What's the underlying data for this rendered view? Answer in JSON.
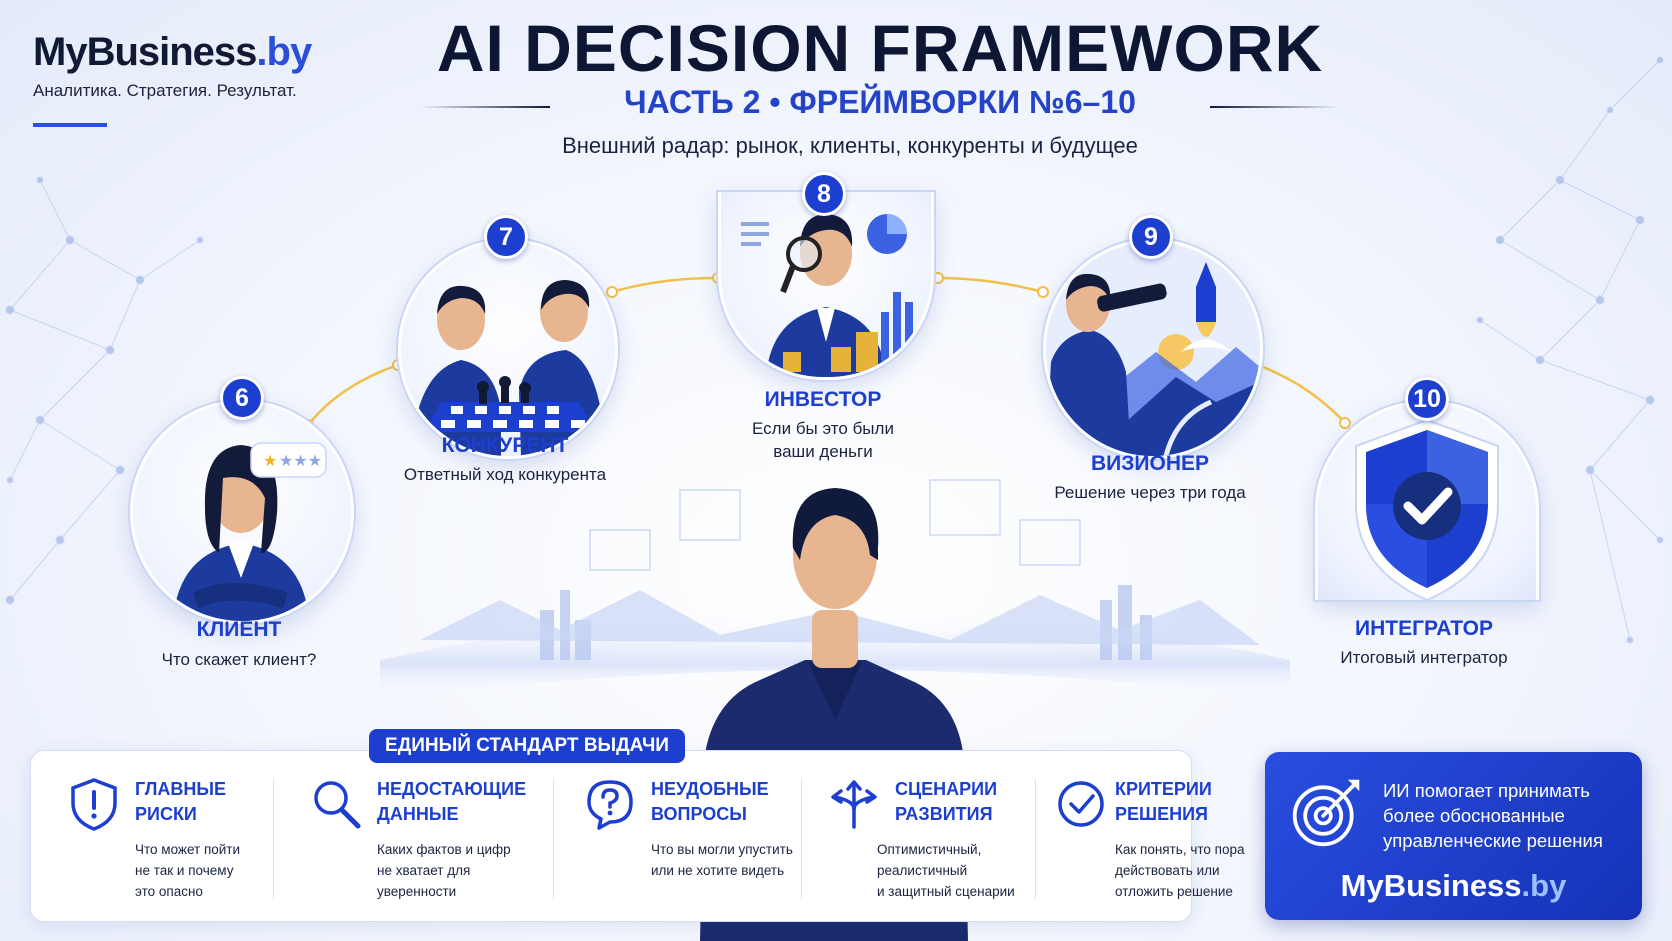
{
  "brand": {
    "name_main": "MyBusiness",
    "name_suffix": ".by",
    "tagline": "Аналитика. Стратегия. Результат."
  },
  "header": {
    "title": "AI DECISION FRAMEWORK",
    "subtitle": "ЧАСТЬ 2 • ФРЕЙМВОРКИ №6–10",
    "tagline": "Внешний радар: рынок, клиенты, конкуренты и будущее"
  },
  "frameworks": [
    {
      "number": "6",
      "title": "КЛИЕНТ",
      "desc1": "Что скажет клиент?",
      "desc2": ""
    },
    {
      "number": "7",
      "title": "КОНКУРЕНТ",
      "desc1": "Ответный ход конкурента",
      "desc2": ""
    },
    {
      "number": "8",
      "title": "ИНВЕСТОР",
      "desc1": "Если бы это были",
      "desc2": "ваши деньги"
    },
    {
      "number": "9",
      "title": "ВИЗИОНЕР",
      "desc1": "Решение через три года",
      "desc2": ""
    },
    {
      "number": "10",
      "title": "ИНТЕГРАТОР",
      "desc1": "Итоговый интегратор",
      "desc2": ""
    }
  ],
  "standard": {
    "label": "ЕДИНЫЙ СТАНДАРТ ВЫДАЧИ",
    "items": [
      {
        "icon": "shield-exclamation-icon",
        "t1": "ГЛАВНЫЕ",
        "t2": "РИСКИ",
        "d1": "Что может пойти",
        "d2": "не так и почему",
        "d3": "это опасно"
      },
      {
        "icon": "magnifier-icon",
        "t1": "НЕДОСТАЮЩИЕ",
        "t2": "ДАННЫЕ",
        "d1": "Каких фактов и цифр",
        "d2": "не хватает для",
        "d3": "уверенности"
      },
      {
        "icon": "question-bubble-icon",
        "t1": "НЕУДОБНЫЕ",
        "t2": "ВОПРОСЫ",
        "d1": "Что вы могли упустить",
        "d2": "или не хотите видеть",
        "d3": ""
      },
      {
        "icon": "branching-arrows-icon",
        "t1": "СЦЕНАРИИ",
        "t2": "РАЗВИТИЯ",
        "d1": "Оптимистичный,",
        "d2": "реалистичный",
        "d3": "и защитный сценарии"
      },
      {
        "icon": "check-circle-icon",
        "t1": "КРИТЕРИИ",
        "t2": "РЕШЕНИЯ",
        "d1": "Как понять, что пора",
        "d2": "действовать или",
        "d3": "отложить решение"
      }
    ]
  },
  "cta": {
    "line1": "ИИ помогает принимать",
    "line2": "более обоснованные",
    "line3": "управленческие решения",
    "brand_main": "MyBusiness",
    "brand_suffix": ".by"
  },
  "colors": {
    "accent": "#1d3fd0",
    "navy": "#0d1633",
    "connector": "#f2c04a"
  }
}
